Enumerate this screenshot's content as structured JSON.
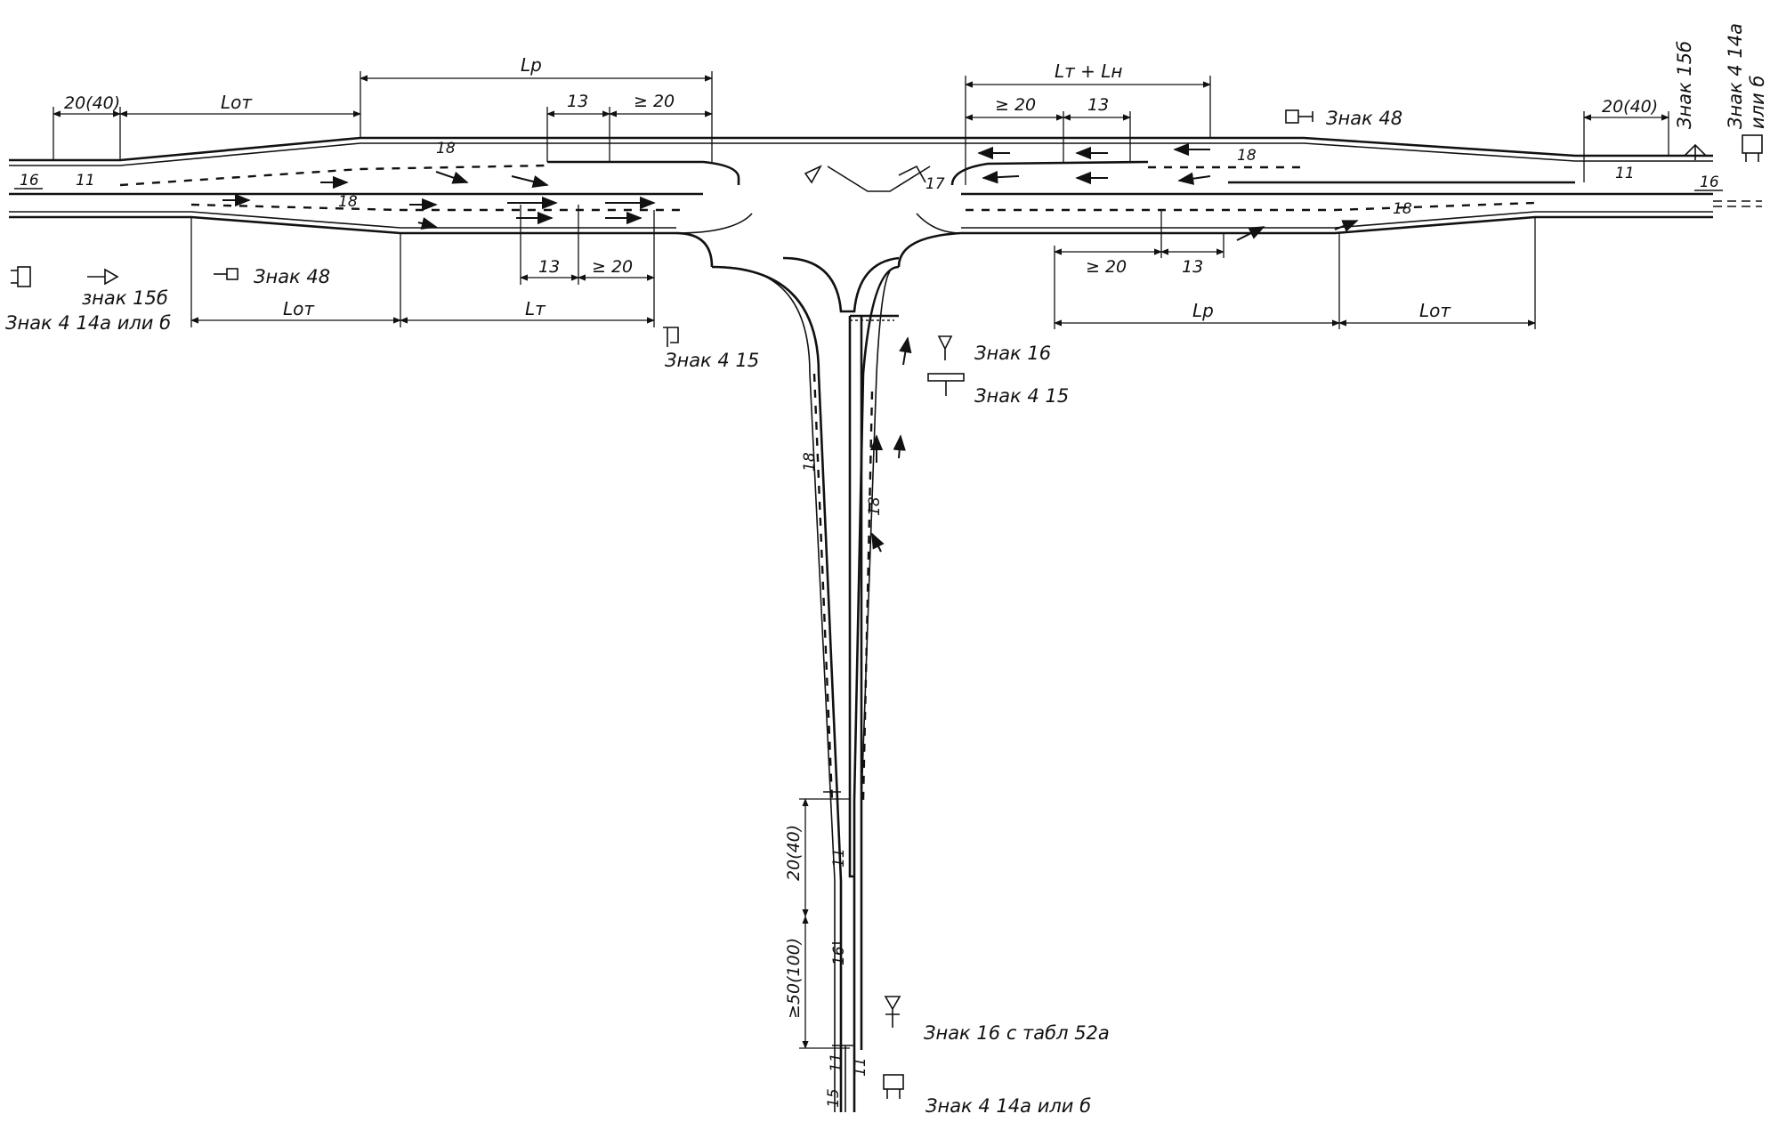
{
  "diagram": {
    "dimensions": {
      "lp_top": "Lр",
      "lt_ln": "Lт + Lн",
      "lot_top_left": "Lот",
      "d2040_top_left": "20(40)",
      "d2040_top_right": "20(40)",
      "d13_top_left": "13",
      "dge20_top_left": "≥ 20",
      "dge20_top_right": "≥ 20",
      "d13_top_right": "13",
      "d13_bot_left": "13",
      "dge20_bot_left": "≥ 20",
      "lot_bot_left": "Lот",
      "lt_bot_left": "Lт",
      "dge20_bot_right": "≥ 20",
      "d13_bot_right": "13",
      "lp_bot_right": "Lр",
      "lot_bot_right": "Lот",
      "d2040_vert": "20(40)",
      "dge50_vert": "≥50(100)"
    },
    "markings": {
      "m16_left": "16",
      "m11_left": "11",
      "m18_top_left": "18",
      "m18_mid_left": "18",
      "m17_center": "17",
      "m18_top_right": "18",
      "m18_mid_right": "18",
      "m11_right": "11",
      "m16_right": "16",
      "m18_stem_left": "18",
      "m18_stem_right": "18",
      "m11_stem": "11",
      "m16_stem": "16",
      "m11_bottom_a": "11",
      "m11_bottom_b": "11",
      "m15_bottom": "15"
    },
    "signs": {
      "znak48_top": "Знак 48",
      "znak15b_right": "Знак 15б",
      "znak414_right_a": "Знак 4 14а",
      "znak414_right_b": "или б",
      "znak15b_left": "знак 15б",
      "znak414_left": "Знак 4 14а или б",
      "znak48_left": "Знак 48",
      "znak415_left": "Знак 4 15",
      "znak16_stem": "Знак 16",
      "znak415_stem": "Знак 4 15",
      "znak16_tabl": "Знак 16 с табл 52а",
      "znak414_bottom": "Знак 4 14а или б"
    }
  }
}
